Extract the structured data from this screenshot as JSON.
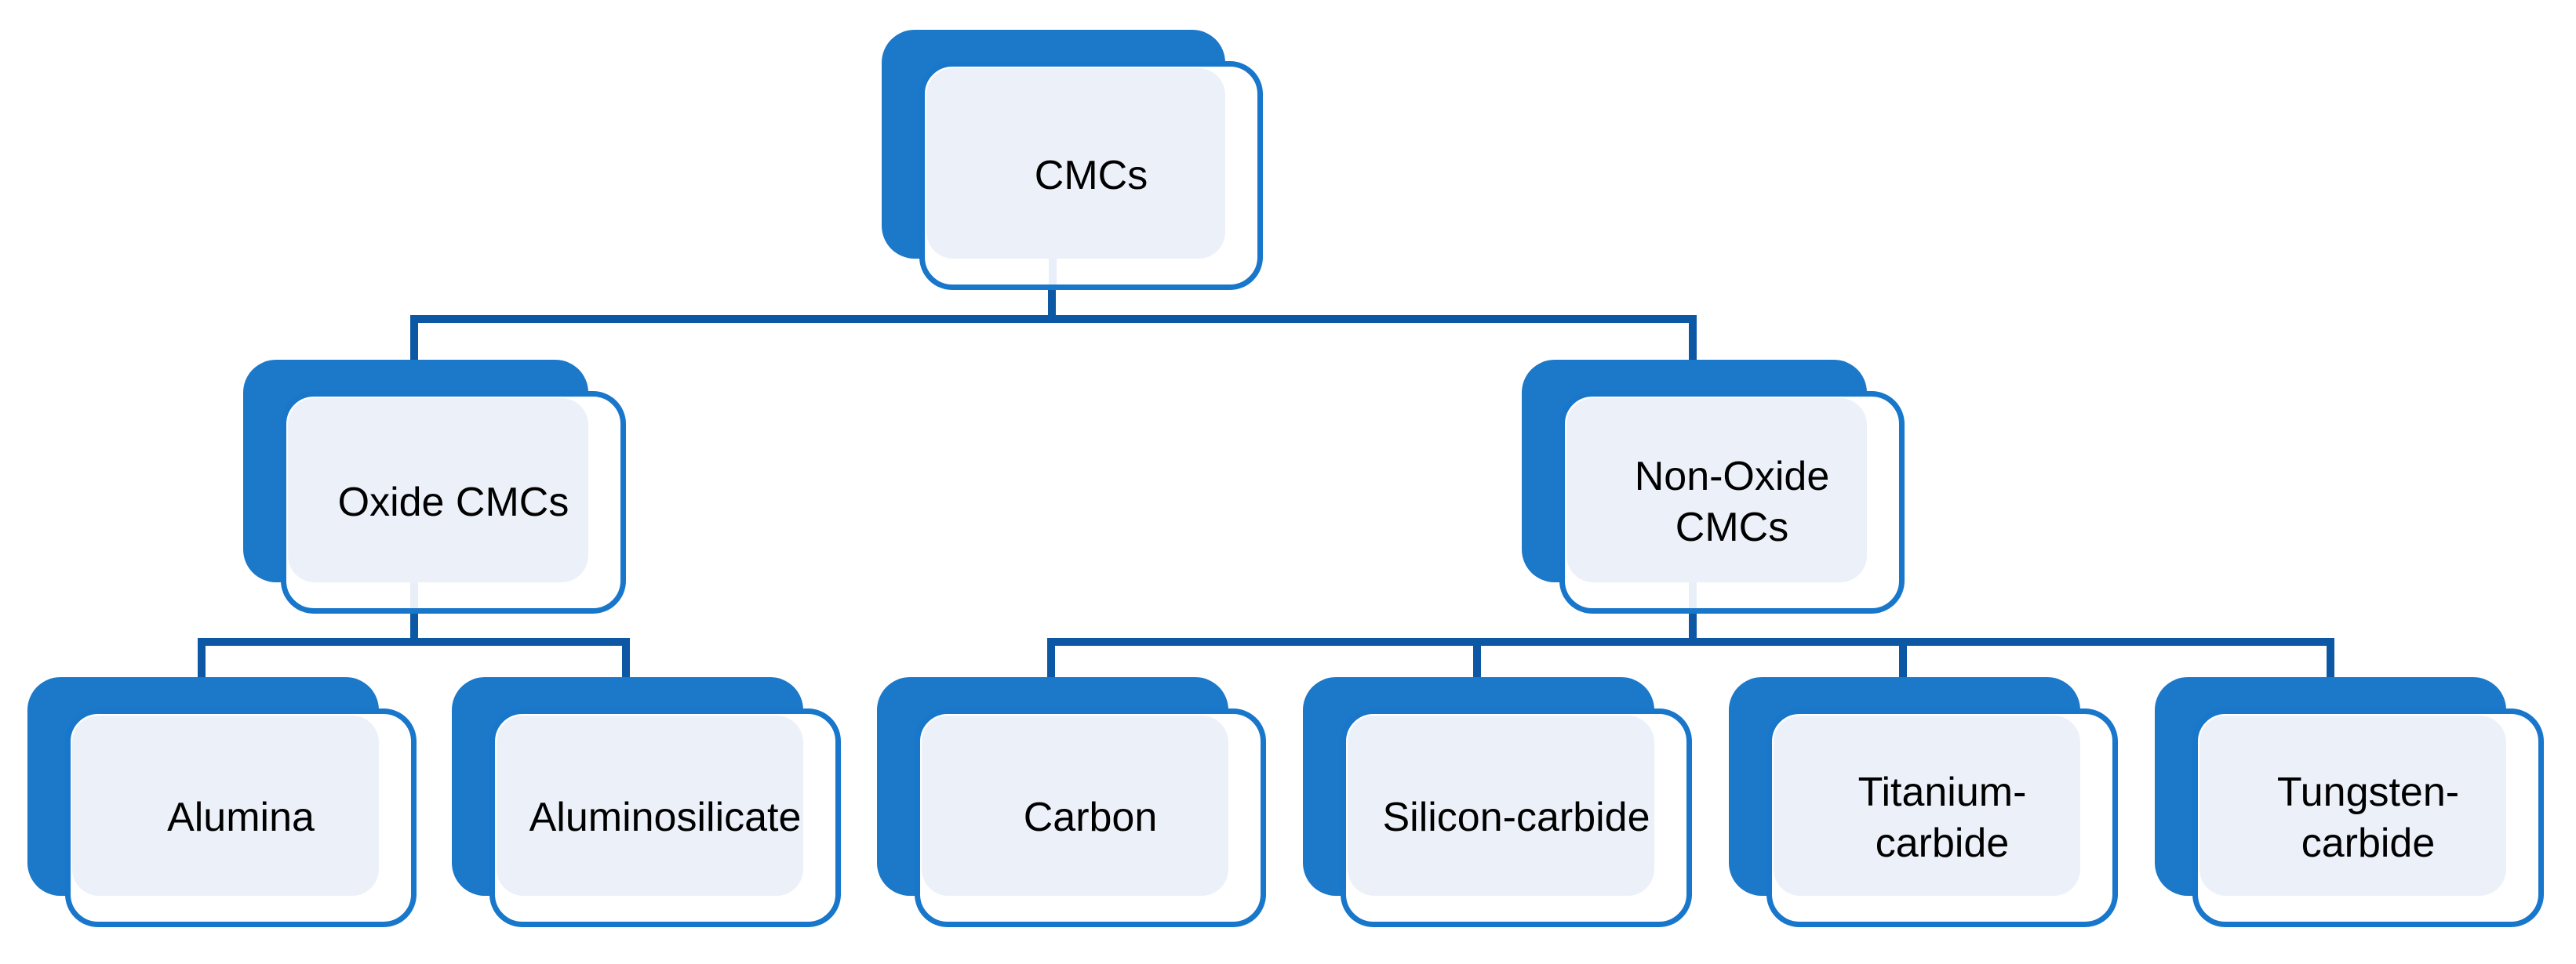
{
  "diagram": {
    "type": "hierarchy",
    "description": "Classification tree of ceramic matrix composites (CMCs)",
    "levels": 3,
    "colors": {
      "node_fill": "#ECF1F9",
      "node_border": "#1877CA",
      "node_shadow": "#1C78C8",
      "connector": "#0C58A5",
      "text": "#000000",
      "background": "#FFFFFF"
    },
    "nodes": [
      {
        "label": "CMCs",
        "display": "CMCs",
        "level": 1,
        "parent": null
      },
      {
        "label": "Oxide CMCs",
        "display": "Oxide CMCs",
        "level": 2,
        "parent": "CMCs"
      },
      {
        "label": "Non-Oxide CMCs",
        "display": "Non-Oxide\nCMCs",
        "level": 2,
        "parent": "CMCs"
      },
      {
        "label": "Alumina",
        "display": "Alumina",
        "level": 3,
        "parent": "Oxide CMCs"
      },
      {
        "label": "Aluminosilicate",
        "display": "Aluminosilicate",
        "level": 3,
        "parent": "Oxide CMCs"
      },
      {
        "label": "Carbon",
        "display": "Carbon",
        "level": 3,
        "parent": "Non-Oxide CMCs"
      },
      {
        "label": "Silicon-carbide",
        "display": "Silicon-carbide",
        "level": 3,
        "parent": "Non-Oxide CMCs"
      },
      {
        "label": "Titanium-carbide",
        "display": "Titanium-\ncarbide",
        "level": 3,
        "parent": "Non-Oxide CMCs"
      },
      {
        "label": "Tungsten-carbide",
        "display": "Tungsten-\ncarbide",
        "level": 3,
        "parent": "Non-Oxide CMCs"
      }
    ]
  }
}
